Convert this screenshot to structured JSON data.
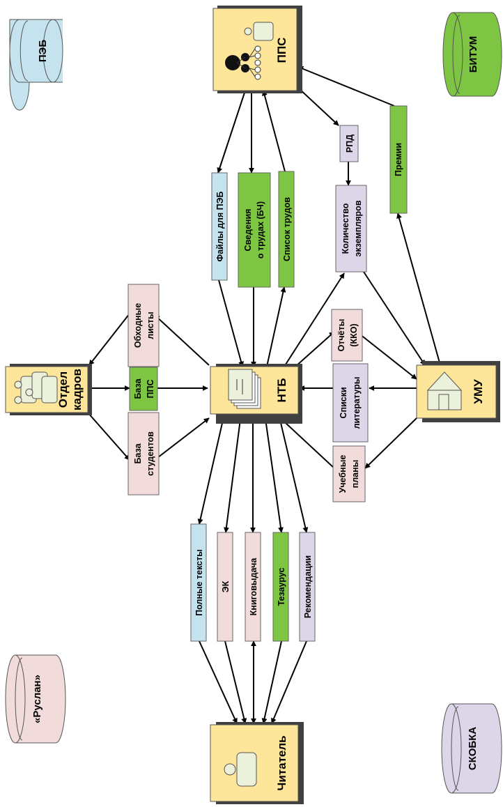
{
  "colors": {
    "node": "#fde59a",
    "pink": "#f2dcdb",
    "green": "#7dc543",
    "blue": "#c4e3ee",
    "lavender": "#dcd6e8",
    "db_blue": "#c4e3ee",
    "db_green": "#7dc543",
    "db_pink": "#f2dcdb",
    "db_lavender": "#dcd6e8"
  },
  "nodes": {
    "pps": "ППС",
    "kadry_line1": "Отдел",
    "kadry_line2": "кадров",
    "ntb": "НТБ",
    "umu": "УМУ",
    "chitatel": "Читатель"
  },
  "databases": {
    "peb": "ПЭБ",
    "bitum": "БИТУМ",
    "ruslan": "«Руслан»",
    "skobka": "СКОБКА"
  },
  "flows": {
    "obhodnye_1": "Обходные",
    "obhodnye_2": "листы",
    "baza_pps_1": "База",
    "baza_pps_2": "ППС",
    "baza_stud_1": "База",
    "baza_stud_2": "студентов",
    "faily_peb": "Файлы для ПЭБ",
    "svedenia_1": "Сведения",
    "svedenia_2": "о трудах (БЧ)",
    "spisok_trudov": "Список трудов",
    "rpd": "РПД",
    "kolichestvo_1": "Количество",
    "kolichestvo_2": "экземпляров",
    "premii": "Премии",
    "otchety_1": "Отчёты",
    "otchety_2": "(ККО)",
    "spiski_1": "Списки",
    "spiski_2": "литературы",
    "uchebnye_1": "Учебные",
    "uchebnye_2": "планы",
    "polnye": "Полные тексты",
    "ek": "ЭК",
    "knigovydacha": "Книговыдача",
    "tezaurus": "Тезаурус",
    "rekomendacii": "Рекомендации"
  }
}
